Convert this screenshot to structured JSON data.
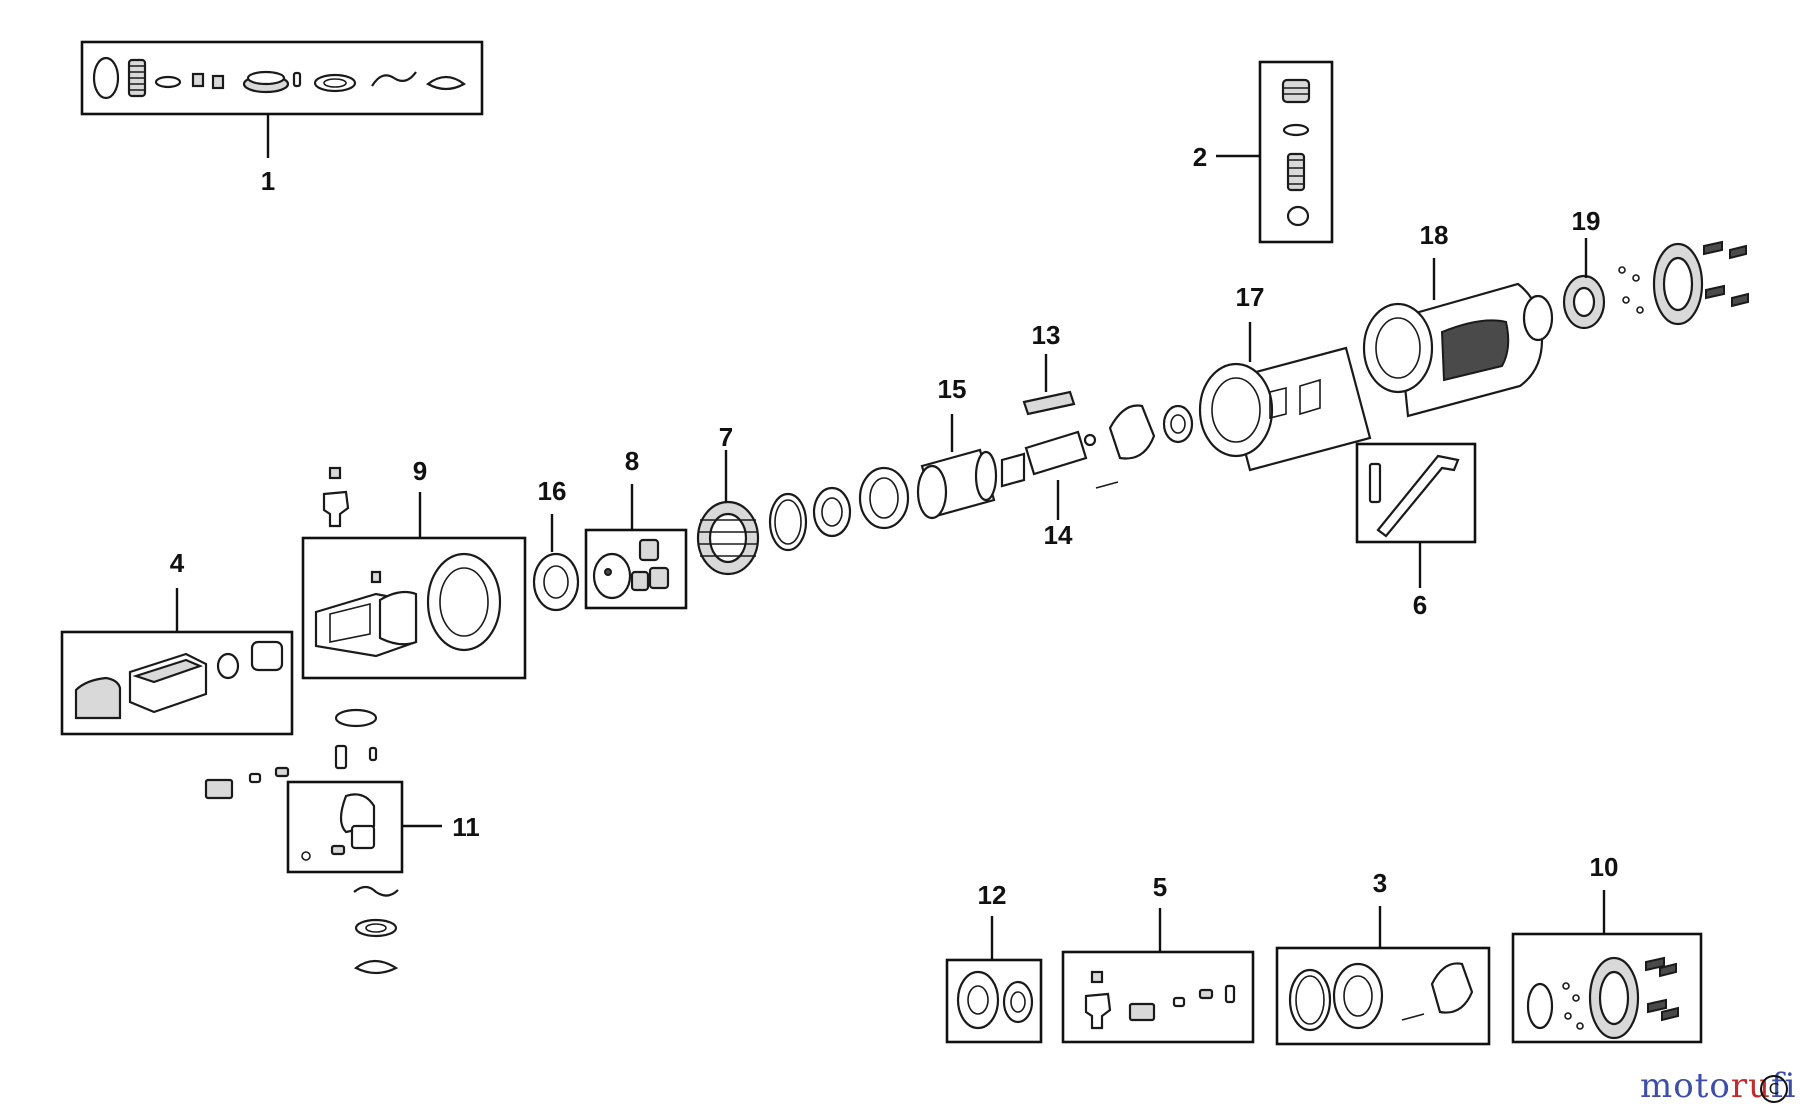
{
  "diagram": {
    "callouts": {
      "c1": "1",
      "c2": "2",
      "c3": "3",
      "c4": "4",
      "c5": "5",
      "c6": "6",
      "c7": "7",
      "c8": "8",
      "c9": "9",
      "c10": "10",
      "c11": "11",
      "c12": "12",
      "c13": "13",
      "c14": "14",
      "c15": "15",
      "c16": "16",
      "c17": "17",
      "c18": "18",
      "c19": "19"
    },
    "line_color": "#1a1a1a",
    "background": "#ffffff"
  },
  "watermark": {
    "text_part1": "moto",
    "text_part2": "ru",
    "text_part3": "fi",
    "copyright_symbol": "C",
    "brand_color_blue": "#3d4ea8",
    "brand_color_red": "#c02c2c"
  }
}
